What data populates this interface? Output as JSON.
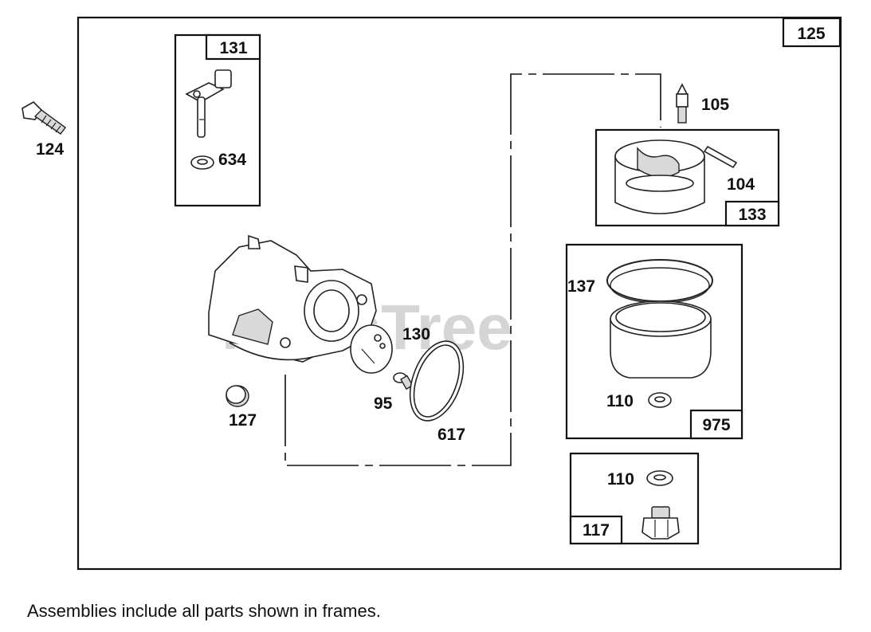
{
  "diagram": {
    "callouts": {
      "p124": "124",
      "p125": "125",
      "p131": "131",
      "p634": "634",
      "p105": "105",
      "p104": "104",
      "p133": "133",
      "p137": "137",
      "p130": "130",
      "p110a": "110",
      "p975": "975",
      "p95": "95",
      "p127": "127",
      "p617": "617",
      "p110b": "110",
      "p117": "117"
    },
    "watermark": "PartsTree",
    "footnote": "Assemblies include all parts shown in frames."
  }
}
